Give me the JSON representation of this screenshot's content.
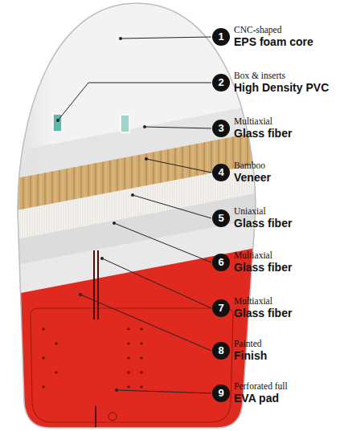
{
  "diagram": {
    "labels": [
      "1",
      "CNC-shaped",
      "EPS foam core",
      "2",
      "Box & inserts",
      "High Density PVC",
      "3",
      "Multiaxial",
      "Glass fiber",
      "4",
      "Bamboo",
      "Veneer",
      "5",
      "Uniaxial",
      "Glass fiber",
      "6",
      "Multiaxial",
      "Glass fiber",
      "7",
      "Multiaxial",
      "Glass fiber",
      "8",
      "Painted",
      "Finish",
      "9",
      "Perforated full",
      "EVA pad"
    ]
  }
}
